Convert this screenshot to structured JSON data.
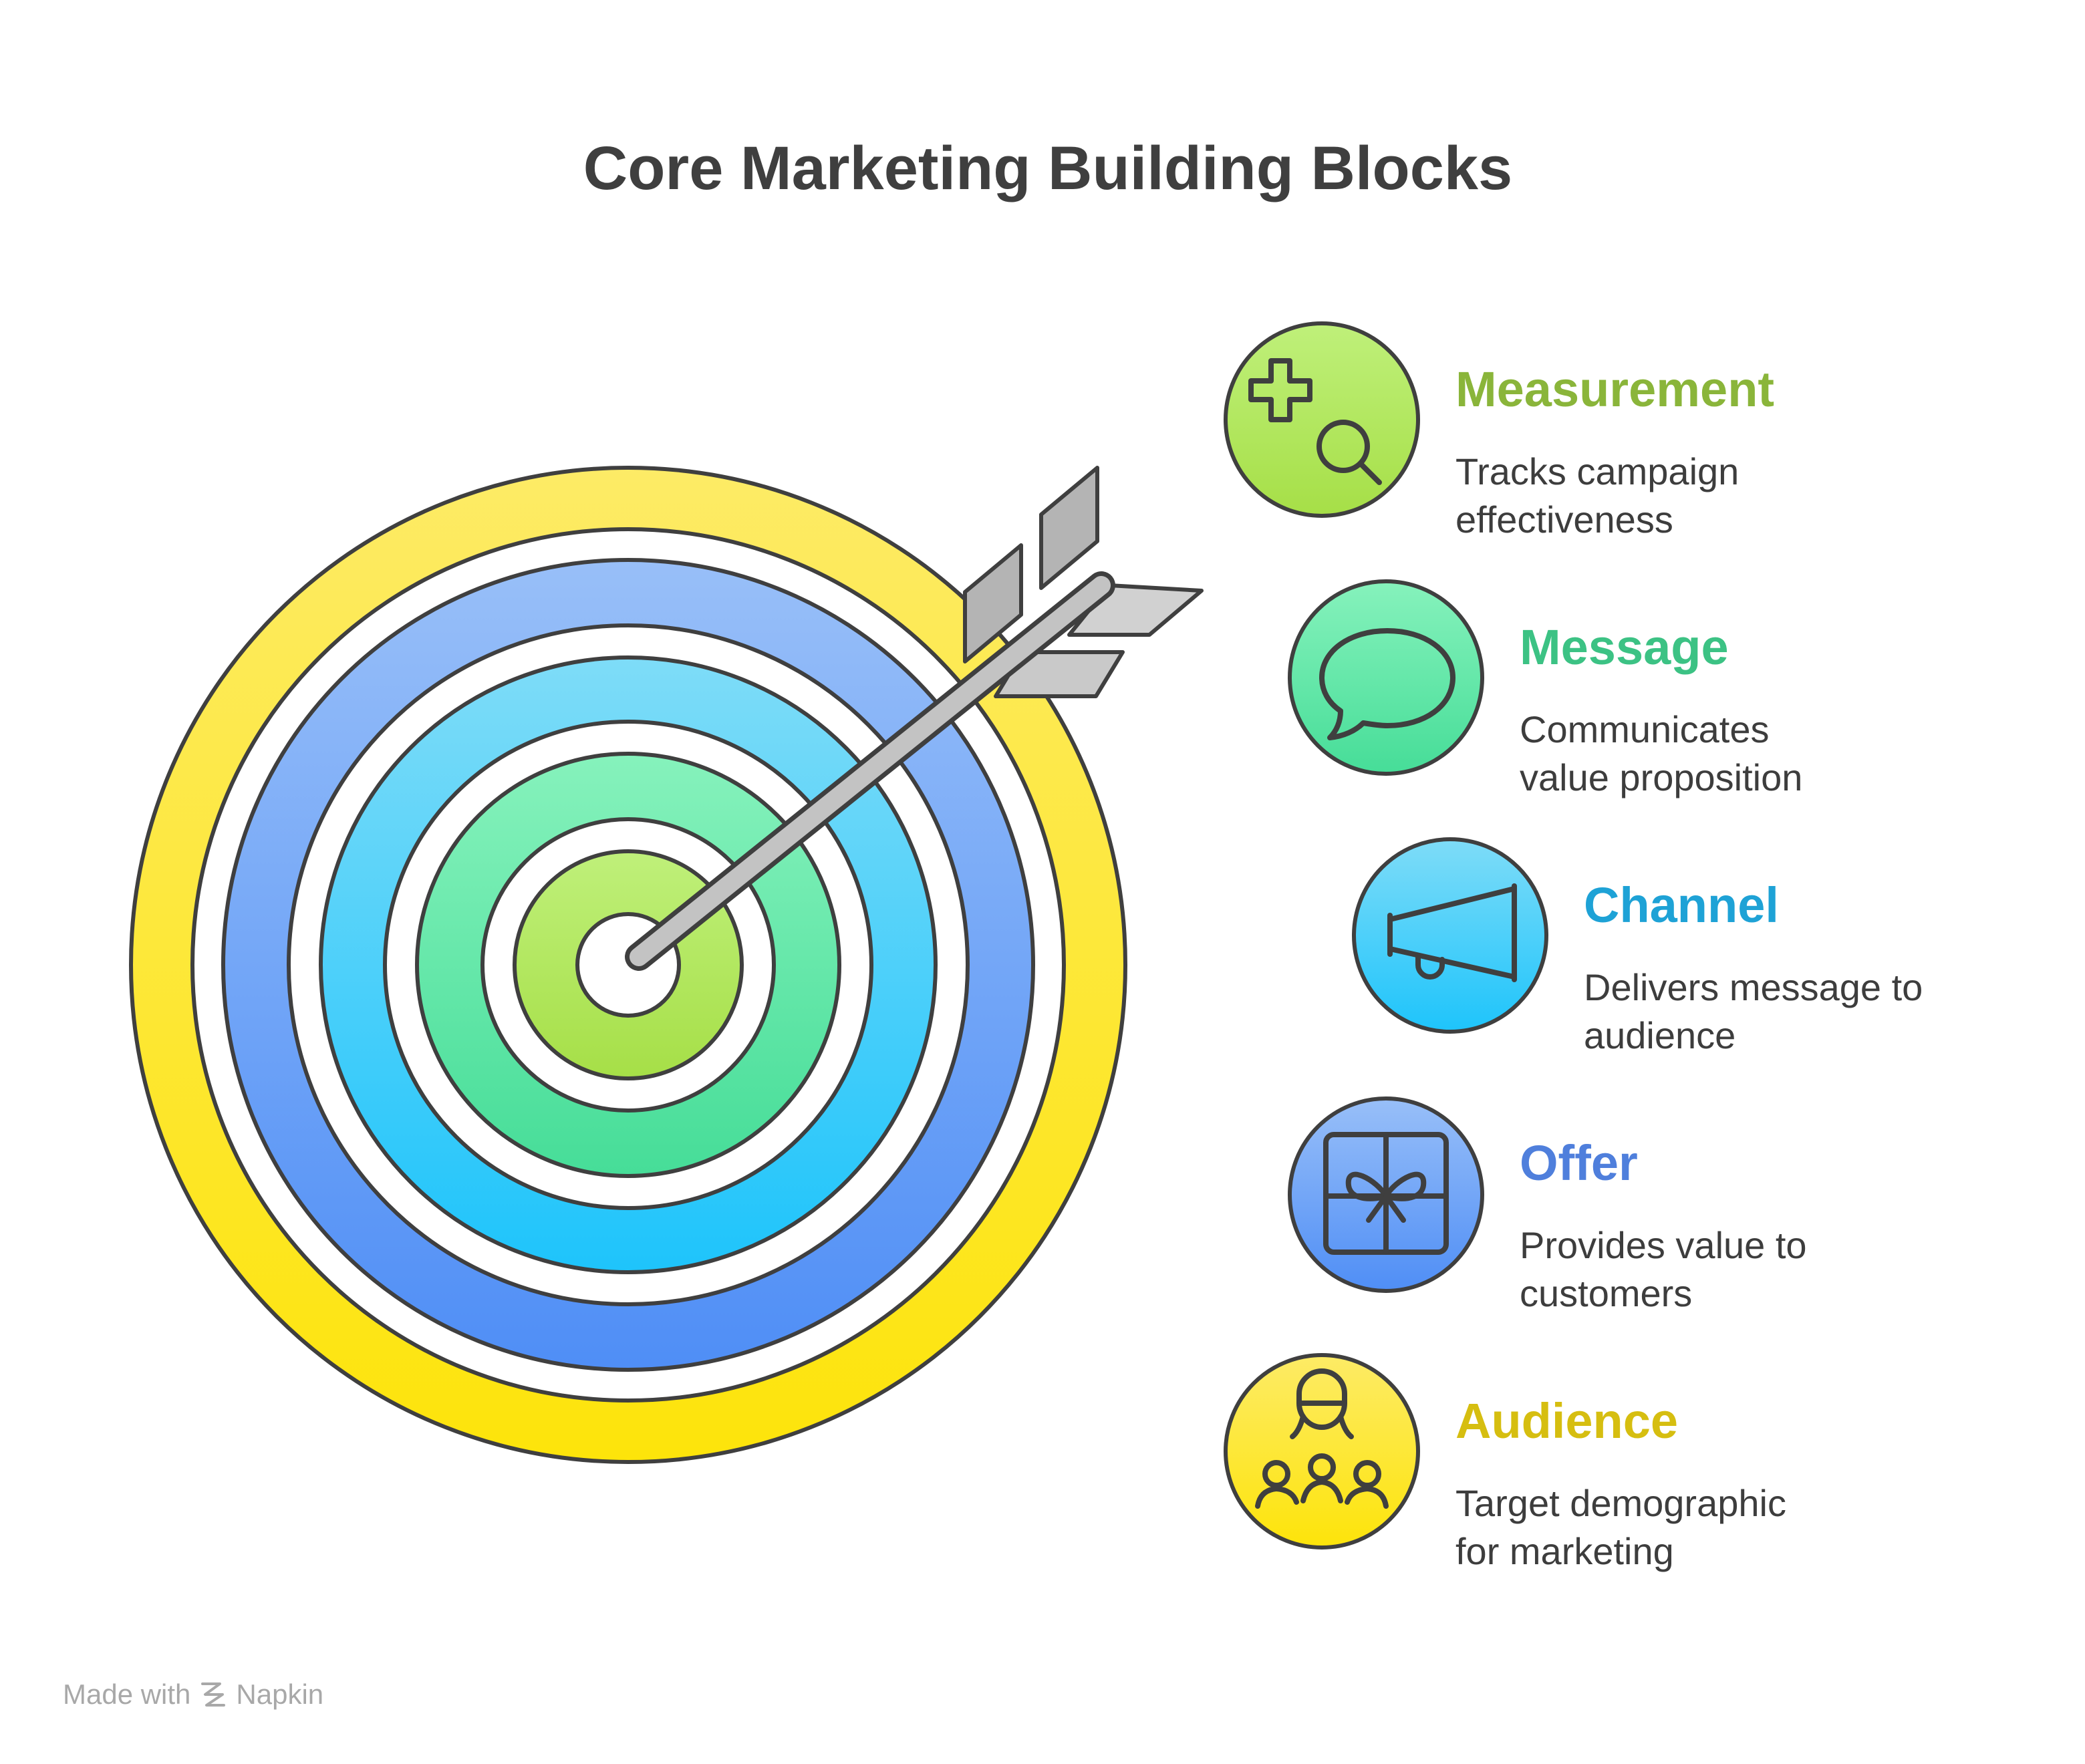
{
  "title": "Core Marketing Building Blocks",
  "items": [
    {
      "name": "Measurement",
      "description": [
        "Tracks campaign",
        "effectiveness"
      ],
      "color": "#8ab53a",
      "icon": "plus-search-icon"
    },
    {
      "name": "Message",
      "description": [
        "Communicates",
        "value proposition"
      ],
      "color": "#3cc284",
      "icon": "speech-bubble-icon"
    },
    {
      "name": "Channel",
      "description": [
        "Delivers message to",
        "audience"
      ],
      "color": "#1ea2d6",
      "icon": "megaphone-icon"
    },
    {
      "name": "Offer",
      "description": [
        "Provides value to",
        "customers"
      ],
      "color": "#4f7fdc",
      "icon": "gift-box-icon"
    },
    {
      "name": "Audience",
      "description": [
        "Target demographic",
        "for marketing"
      ],
      "color": "#d6be10",
      "icon": "group-icon"
    }
  ],
  "target_rings": [
    "#fde440",
    "#6a9ff5",
    "#3cc7f7",
    "#66e0a0",
    "#a9df4c"
  ],
  "footer": {
    "made_with": "Made with",
    "brand": "Napkin"
  }
}
